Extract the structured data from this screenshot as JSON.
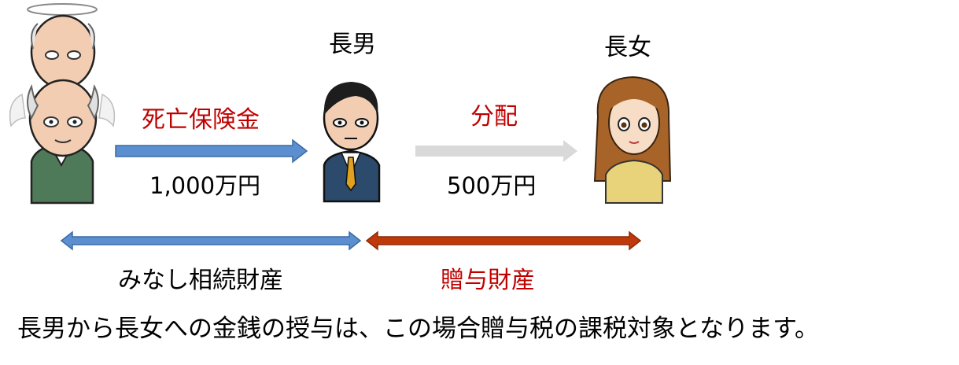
{
  "people": {
    "son_label": "長男",
    "daughter_label": "長女"
  },
  "flows": {
    "insurance": {
      "label": "死亡保険金",
      "amount": "1,000万円"
    },
    "distribution": {
      "label": "分配",
      "amount": "500万円"
    }
  },
  "ranges": {
    "deemed_inheritance": "みなし相続財産",
    "gift": "贈与財産"
  },
  "note": "長男から長女への金銭の授与は、この場合贈与税の課税対象となります。",
  "colors": {
    "insurance_arrow": "#5b8fcf",
    "distribution_arrow": "#d9d9d9",
    "deemed_range_arrow": "#5b8fcf",
    "gift_range_arrow": "#c0390b",
    "red_text": "#c00000"
  },
  "icons": {
    "deceased": "elderly-man-with-halo-icon",
    "son": "man-in-suit-icon",
    "daughter": "girl-with-long-hair-icon"
  }
}
